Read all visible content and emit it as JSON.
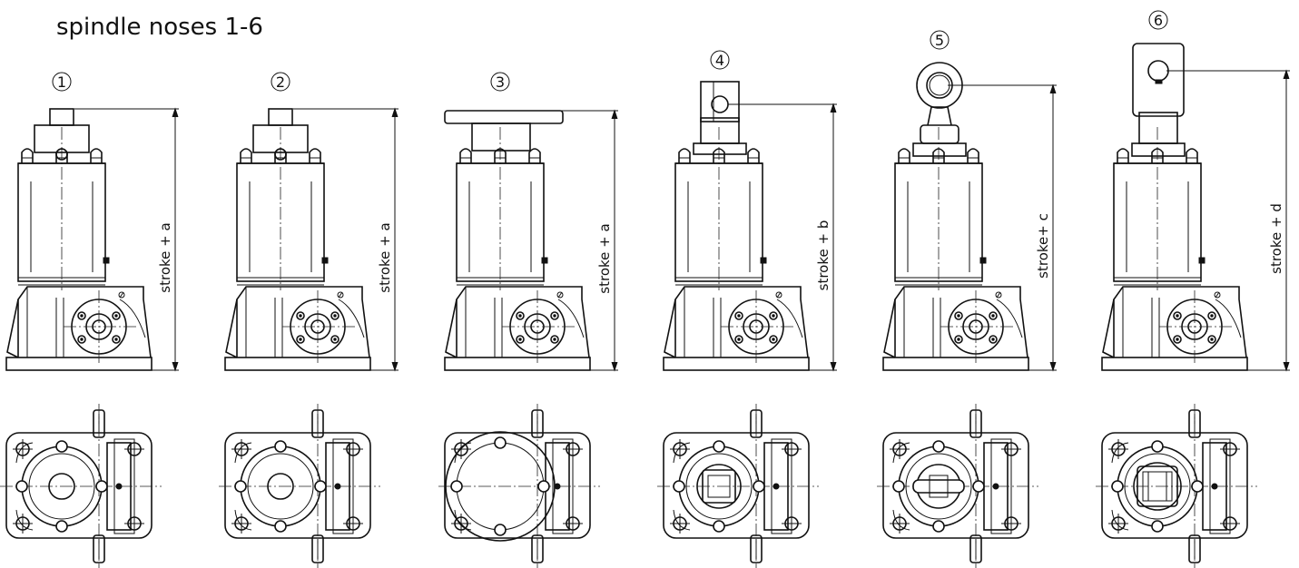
{
  "title": "spindle noses 1-6",
  "variants": [
    {
      "number": "1",
      "nose": "plain",
      "dim_label": "stroke + a"
    },
    {
      "number": "2",
      "nose": "plain",
      "dim_label": "stroke + a"
    },
    {
      "number": "3",
      "nose": "flange",
      "dim_label": "stroke + a"
    },
    {
      "number": "4",
      "nose": "fork",
      "dim_label": "stroke + b"
    },
    {
      "number": "5",
      "nose": "rod-eye",
      "dim_label": "stroke+ c"
    },
    {
      "number": "6",
      "nose": "clevis",
      "dim_label": "stroke + d"
    }
  ]
}
